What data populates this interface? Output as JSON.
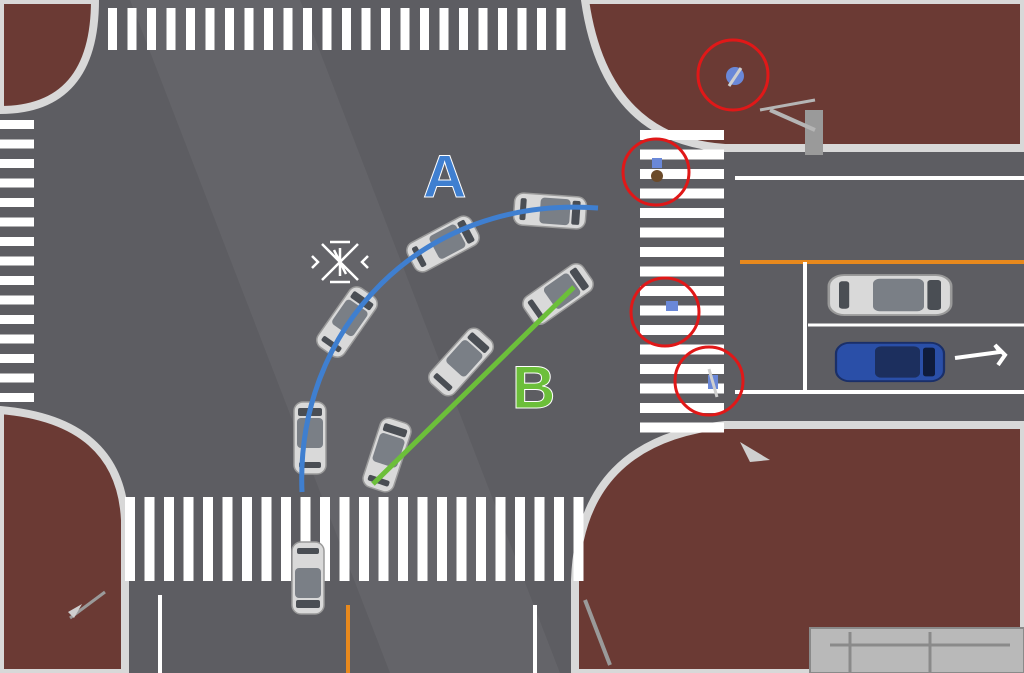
{
  "diagram": {
    "labels": {
      "path_a": "A",
      "path_b": "B"
    },
    "colors": {
      "road": "#5d5d62",
      "sidewalk": "#6b3a34",
      "curb": "#d8d8d8",
      "crosswalk": "#ffffff",
      "path_a": "#3f7fd0",
      "path_b": "#6cbf3a",
      "highlight_circle": "#e01818",
      "car_white": "#d9d9d9",
      "car_blue": "#2a4fa8",
      "center_line": "#e8891d"
    },
    "icons": [
      "turning-car-icon",
      "skid-mark-icon",
      "pedestrian-icon",
      "cyclist-icon",
      "traffic-signal-icon",
      "streetlight-icon",
      "road-arrow-icon"
    ],
    "highlighted_objects": [
      "cyclist",
      "pedestrian",
      "pedestrian",
      "cyclist"
    ]
  }
}
